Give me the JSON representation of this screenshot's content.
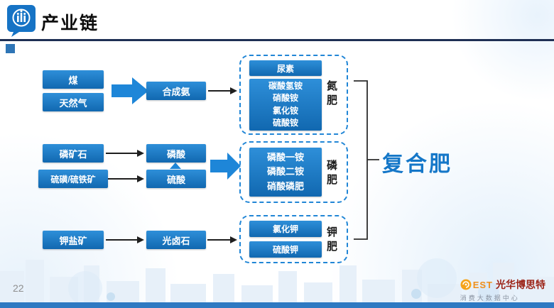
{
  "header": {
    "title": "产业链"
  },
  "diagram": {
    "nitrogen": {
      "sources": [
        "煤",
        "天然气"
      ],
      "intermediate": "合成氨",
      "primary_product": "尿素",
      "products": [
        "碳酸氢铵",
        "硝酸铵",
        "氯化铵",
        "硫酸铵"
      ],
      "category": "氮肥"
    },
    "phosphate": {
      "sources": [
        "磷矿石",
        "硫磺/硫铁矿"
      ],
      "intermediates": [
        "磷酸",
        "硫酸"
      ],
      "products": [
        "磷酸一铵",
        "磷酸二铵",
        "硝酸磷肥"
      ],
      "category": "磷肥"
    },
    "potash": {
      "sources": [
        "钾盐矿"
      ],
      "intermediate": "光卤石",
      "products": [
        "氯化钾",
        "硫酸钾"
      ],
      "category": "钾肥"
    },
    "result": "复合肥"
  },
  "footer": {
    "page_number": "22",
    "brand_best": "EST",
    "brand_name": "光华博思特",
    "brand_subtitle": "消费大数据中心"
  },
  "colors": {
    "box_blue": "#1577c8",
    "arrow_blue": "#1e86d8",
    "dashed_border": "#2186d6",
    "header_line": "#1e2f54",
    "accent_bar": "#2e79c2"
  }
}
